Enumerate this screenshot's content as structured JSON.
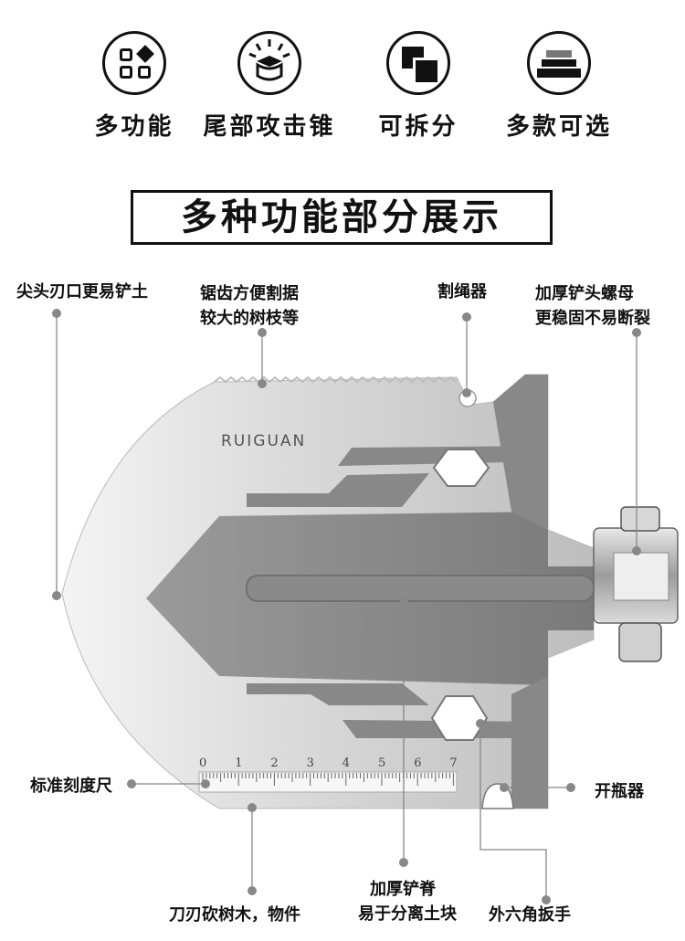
{
  "features": [
    {
      "icon": "multi-function-icon",
      "label": "多功能"
    },
    {
      "icon": "tail-hammer-icon",
      "label": "尾部攻击锥"
    },
    {
      "icon": "detachable-icon",
      "label": "可拆分"
    },
    {
      "icon": "multiple-styles-icon",
      "label": "多款可选"
    }
  ],
  "section_title": "多种功能部分展示",
  "brand": "RUIGUAN",
  "ruler_ticks": [
    "0",
    "1",
    "2",
    "3",
    "4",
    "5",
    "6",
    "7"
  ],
  "annotations": {
    "tip": "尖头刃口更易铲土",
    "saw_line1": "锯齿方便割据",
    "saw_line2": "较大的树枝等",
    "rope_cutter": "割绳器",
    "nut_line1": "加厚铲头螺母",
    "nut_line2": "更稳固不易断裂",
    "ruler": "标准刻度尺",
    "bottle_opener": "开瓶器",
    "spine_line1": "加厚铲脊",
    "spine_line2": "易于分离土块",
    "edge": "刀刃砍树木，物件",
    "hex_wrench": "外六角扳手"
  }
}
